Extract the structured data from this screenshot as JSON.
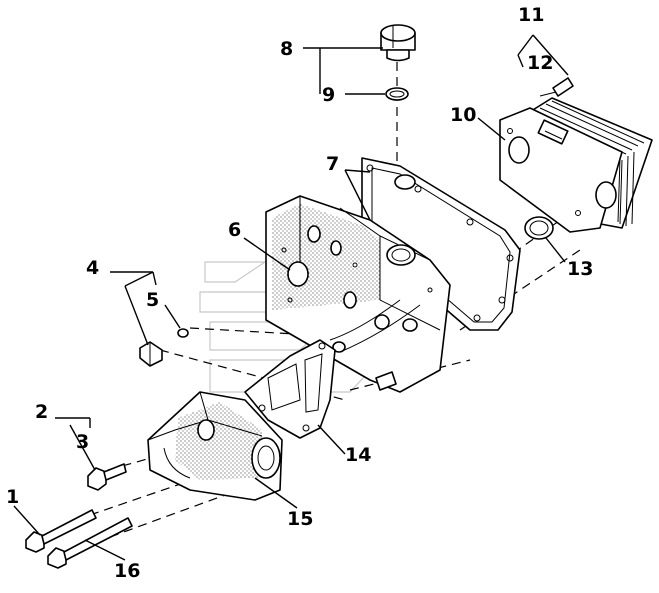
{
  "callouts": {
    "c1": "1",
    "c2": "2",
    "c3": "3",
    "c4": "4",
    "c5": "5",
    "c6": "6",
    "c7": "7",
    "c8": "8",
    "c9": "9",
    "c10": "10",
    "c11": "11",
    "c12": "12",
    "c13": "13",
    "c14": "14",
    "c15": "15",
    "c16": "16"
  },
  "colors": {
    "line": "#000000",
    "background": "#ffffff",
    "watermark": "#c8c8c8"
  }
}
